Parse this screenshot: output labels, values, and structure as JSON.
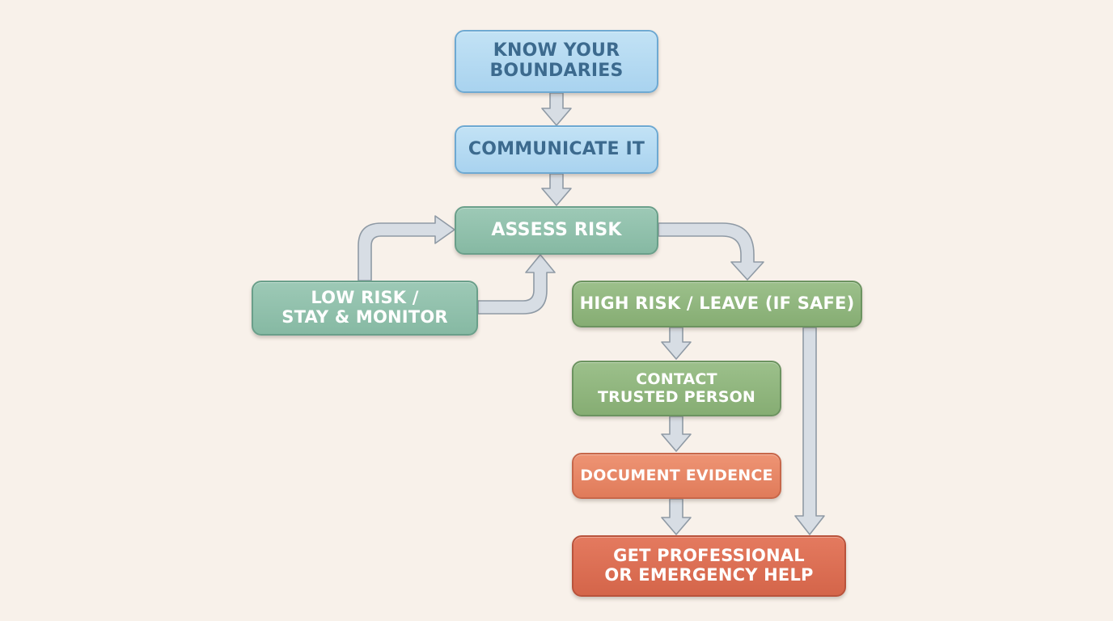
{
  "nodes": {
    "know": {
      "lines": [
        "KNOW YOUR",
        "BOUNDARIES"
      ]
    },
    "communicate": {
      "lines": [
        "COMMUNICATE IT"
      ]
    },
    "assess": {
      "lines": [
        "ASSESS RISK"
      ]
    },
    "low": {
      "lines": [
        "LOW RISK /",
        "STAY & MONITOR"
      ]
    },
    "high": {
      "lines": [
        "HIGH RISK / LEAVE (IF SAFE)"
      ]
    },
    "contact": {
      "lines": [
        "CONTACT",
        "TRUSTED PERSON"
      ]
    },
    "document": {
      "lines": [
        "DOCUMENT EVIDENCE"
      ]
    },
    "help": {
      "lines": [
        "GET PROFESSIONAL",
        "OR EMERGENCY HELP"
      ]
    }
  },
  "colors": {
    "background": "#f8f1ea",
    "arrow_fill": "#d7dde4",
    "arrow_stroke": "#8f9aa5"
  }
}
